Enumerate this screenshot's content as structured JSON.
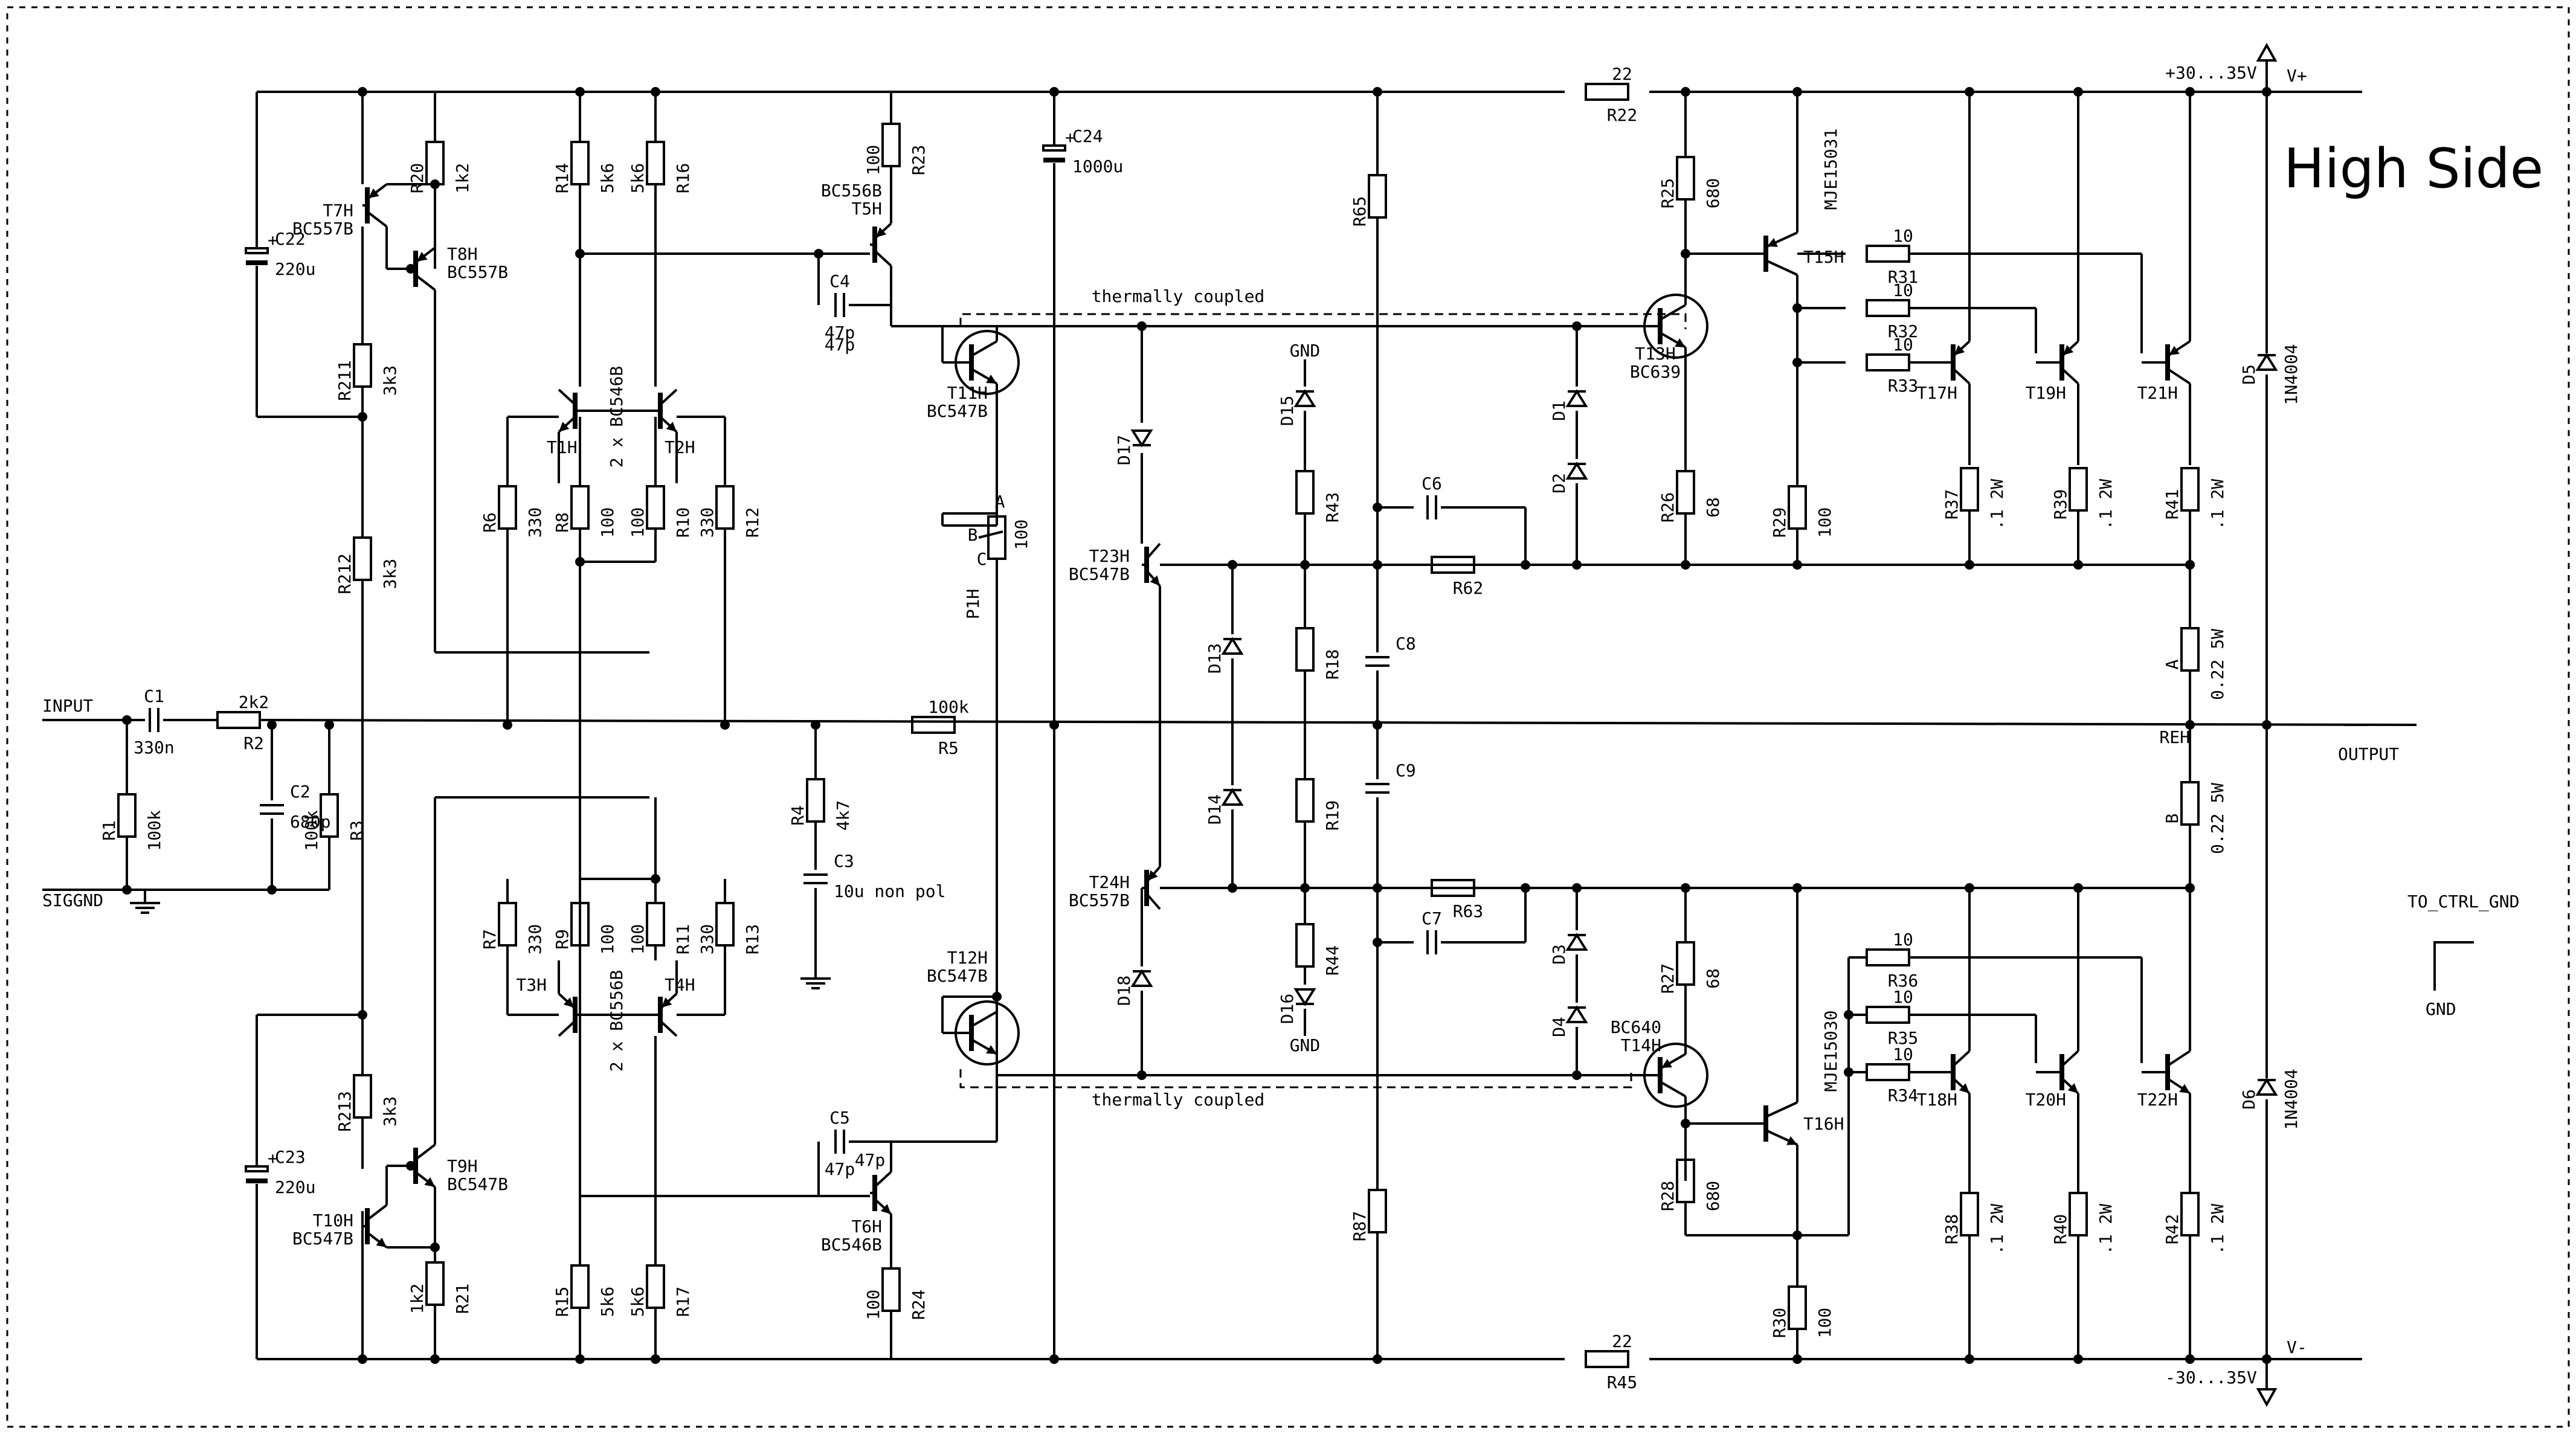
{
  "title": "High Side",
  "rails": {
    "positive_label": "+30...35V",
    "negative_label": "-30...35V",
    "positive_net": "V+",
    "negative_net": "V-"
  },
  "nets": {
    "input": "INPUT",
    "siggnd": "SIGGND",
    "output": "OUTPUT",
    "reh": "REH",
    "gnd": "GND",
    "to_ctrl_gnd": "TO_CTRL_GND",
    "thermal_coupling": "thermally coupled"
  },
  "resistors": [
    {
      "ref": "R1",
      "value": "100k"
    },
    {
      "ref": "R2",
      "value": "2k2"
    },
    {
      "ref": "R3",
      "value": "100k"
    },
    {
      "ref": "R4",
      "value": "4k7"
    },
    {
      "ref": "R5",
      "value": "100k"
    },
    {
      "ref": "R6",
      "value": "330"
    },
    {
      "ref": "R7",
      "value": "330"
    },
    {
      "ref": "R8",
      "value": "100"
    },
    {
      "ref": "R9",
      "value": "100"
    },
    {
      "ref": "R10",
      "value": "100"
    },
    {
      "ref": "R11",
      "value": "100"
    },
    {
      "ref": "R12",
      "value": "330"
    },
    {
      "ref": "R13",
      "value": "330"
    },
    {
      "ref": "R14",
      "value": "5k6"
    },
    {
      "ref": "R15",
      "value": "5k6"
    },
    {
      "ref": "R16",
      "value": "5k6"
    },
    {
      "ref": "R17",
      "value": "5k6"
    },
    {
      "ref": "R18",
      "value": ""
    },
    {
      "ref": "R19",
      "value": ""
    },
    {
      "ref": "R20",
      "value": "1k2"
    },
    {
      "ref": "R21",
      "value": "1k2"
    },
    {
      "ref": "R22",
      "value": "22"
    },
    {
      "ref": "R23",
      "value": "100"
    },
    {
      "ref": "R24",
      "value": "100"
    },
    {
      "ref": "R25",
      "value": "680"
    },
    {
      "ref": "R26",
      "value": "68"
    },
    {
      "ref": "R27",
      "value": "68"
    },
    {
      "ref": "R28",
      "value": "680"
    },
    {
      "ref": "R29",
      "value": "100"
    },
    {
      "ref": "R30",
      "value": "100"
    },
    {
      "ref": "R31",
      "value": "10"
    },
    {
      "ref": "R32",
      "value": "10"
    },
    {
      "ref": "R33",
      "value": "10"
    },
    {
      "ref": "R34",
      "value": "10"
    },
    {
      "ref": "R35",
      "value": "10"
    },
    {
      "ref": "R36",
      "value": "10"
    },
    {
      "ref": "R37",
      "value": ".1 2W"
    },
    {
      "ref": "R38",
      "value": ".1 2W"
    },
    {
      "ref": "R39",
      "value": ".1 2W"
    },
    {
      "ref": "R40",
      "value": ".1 2W"
    },
    {
      "ref": "R41",
      "value": ".1 2W"
    },
    {
      "ref": "R42",
      "value": ".1 2W"
    },
    {
      "ref": "R43",
      "value": ""
    },
    {
      "ref": "R44",
      "value": ""
    },
    {
      "ref": "R45",
      "value": "22"
    },
    {
      "ref": "R62",
      "value": ""
    },
    {
      "ref": "R63",
      "value": ""
    },
    {
      "ref": "R65",
      "value": ""
    },
    {
      "ref": "R87",
      "value": ""
    },
    {
      "ref": "R211",
      "value": "3k3"
    },
    {
      "ref": "R212",
      "value": "3k3"
    },
    {
      "ref": "R213",
      "value": "3k3"
    },
    {
      "ref": "A",
      "value": "0.22 5W"
    },
    {
      "ref": "B",
      "value": "0.22 5W"
    }
  ],
  "capacitors": [
    {
      "ref": "C1",
      "value": "330n"
    },
    {
      "ref": "C2",
      "value": "680p"
    },
    {
      "ref": "C3",
      "value": "10u non pol"
    },
    {
      "ref": "C4",
      "value": "47p"
    },
    {
      "ref": "C5",
      "value": "47p"
    },
    {
      "ref": "C6",
      "value": ""
    },
    {
      "ref": "C7",
      "value": ""
    },
    {
      "ref": "C8",
      "value": ""
    },
    {
      "ref": "C9",
      "value": ""
    },
    {
      "ref": "C22",
      "value": "220u"
    },
    {
      "ref": "C23",
      "value": "220u"
    },
    {
      "ref": "C24",
      "value": "1000u"
    }
  ],
  "transistors": [
    {
      "ref": "T1H",
      "part": ""
    },
    {
      "ref": "T2H",
      "part": ""
    },
    {
      "ref": "T3H",
      "part": ""
    },
    {
      "ref": "T4H",
      "part": ""
    },
    {
      "ref": "T5H",
      "part": "BC556B"
    },
    {
      "ref": "T6H",
      "part": "BC546B"
    },
    {
      "ref": "T7H",
      "part": "BC557B"
    },
    {
      "ref": "T8H",
      "part": "BC557B"
    },
    {
      "ref": "T9H",
      "part": "BC547B"
    },
    {
      "ref": "T10H",
      "part": "BC547B"
    },
    {
      "ref": "T11H",
      "part": "BC547B"
    },
    {
      "ref": "T12H",
      "part": "BC547B"
    },
    {
      "ref": "T13H",
      "part": "BC639"
    },
    {
      "ref": "T14H",
      "part": "BC640"
    },
    {
      "ref": "T15H",
      "part": "MJE15031"
    },
    {
      "ref": "T16H",
      "part": "MJE15030"
    },
    {
      "ref": "T17H",
      "part": ""
    },
    {
      "ref": "T18H",
      "part": ""
    },
    {
      "ref": "T19H",
      "part": ""
    },
    {
      "ref": "T20H",
      "part": ""
    },
    {
      "ref": "T21H",
      "part": ""
    },
    {
      "ref": "T22H",
      "part": ""
    },
    {
      "ref": "T23H",
      "part": "BC547B"
    },
    {
      "ref": "T24H",
      "part": "BC557B"
    }
  ],
  "pair_labels": {
    "top": "2 x BC546B",
    "bottom": "2 x BC556B"
  },
  "diodes": [
    {
      "ref": "D1",
      "part": ""
    },
    {
      "ref": "D2",
      "part": ""
    },
    {
      "ref": "D3",
      "part": ""
    },
    {
      "ref": "D4",
      "part": ""
    },
    {
      "ref": "D5",
      "part": "1N4004"
    },
    {
      "ref": "D6",
      "part": "1N4004"
    },
    {
      "ref": "D13",
      "part": ""
    },
    {
      "ref": "D14",
      "part": ""
    },
    {
      "ref": "D15",
      "part": ""
    },
    {
      "ref": "D16",
      "part": ""
    },
    {
      "ref": "D17",
      "part": ""
    },
    {
      "ref": "D18",
      "part": ""
    }
  ],
  "pot": {
    "ref": "P1H",
    "value": "100",
    "pins": [
      "A",
      "B",
      "C"
    ]
  }
}
